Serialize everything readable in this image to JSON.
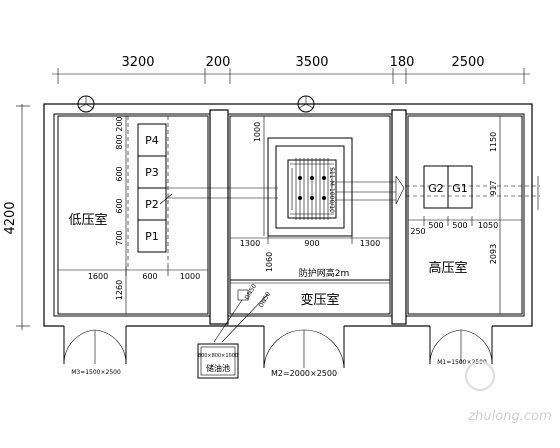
{
  "top_dims": [
    "3200",
    "200",
    "3500",
    "180",
    "2500"
  ],
  "left_dim": "4200",
  "rooms": {
    "low": "低压室",
    "transformer": "变压室",
    "high": "高压室"
  },
  "panels_left": [
    "P4",
    "P3",
    "P2",
    "P1"
  ],
  "panels_right": [
    "G2",
    "G1"
  ],
  "left_vdims": [
    "200",
    "800",
    "600",
    "600",
    "700",
    "1260"
  ],
  "left_hdims": [
    "1600",
    "600",
    "1000"
  ],
  "mid_top_dim": "1000",
  "mid_vdim": "1060",
  "mid_hdims": [
    "1300",
    "900",
    "1300"
  ],
  "right_vdims": [
    "1150",
    "917",
    "2093"
  ],
  "right_hdims": [
    "250",
    "500",
    "500",
    "1050"
  ],
  "fence_label": "防护网高2m",
  "tank_size": "800×800×1000",
  "tank_label": "储油池",
  "doors": {
    "left": "M3=1500×2500",
    "mid": "M2=2000×2500",
    "right": "M1=1500×2500"
  },
  "transformer_label": "S11-M-1000/10",
  "watermark": "zhulong.com"
}
